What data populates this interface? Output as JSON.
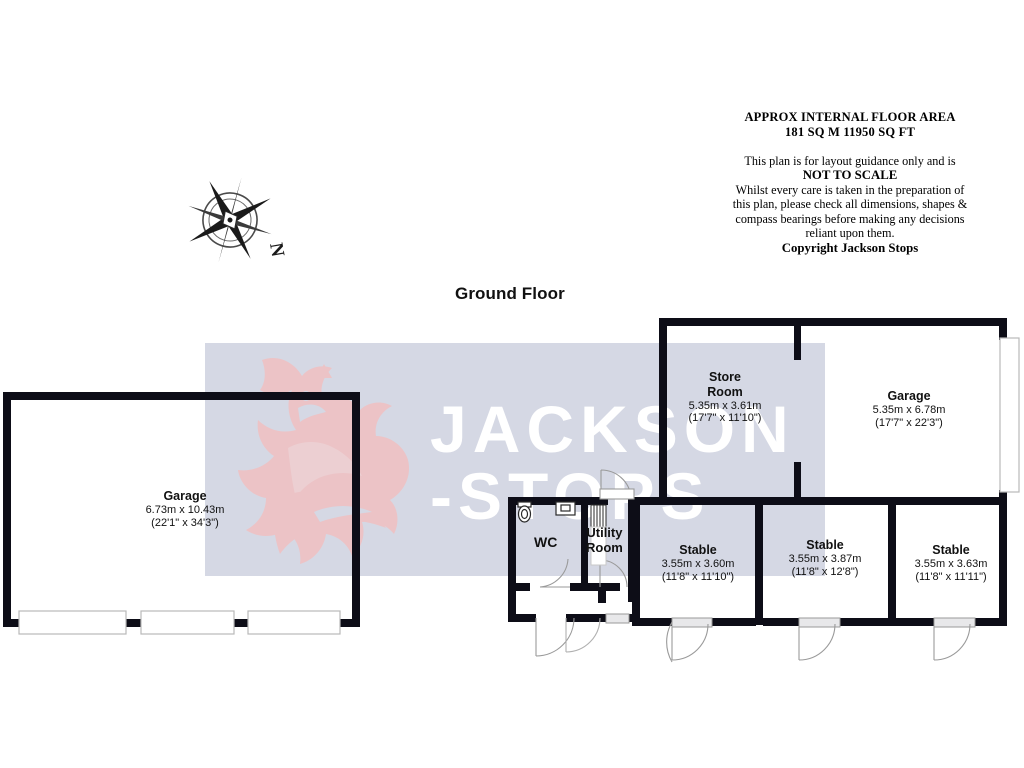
{
  "header": {
    "area_title": "APPROX INTERNAL FLOOR AREA",
    "area_value": "181 SQ M 11950 SQ FT",
    "disclaimer_line1": "This plan is for layout guidance only and is",
    "disclaimer_emphasis": "NOT TO SCALE",
    "disclaimer_line2": "Whilst every care is taken in the preparation of",
    "disclaimer_line3": "this plan, please check all dimensions, shapes &",
    "disclaimer_line4": "compass bearings before making any decisions",
    "disclaimer_line5": "reliant upon them.",
    "copyright": "Copyright Jackson Stops"
  },
  "floor": {
    "title": "Ground Floor"
  },
  "compass": {
    "north_label": "N"
  },
  "watermark": {
    "line1": "JACKSON",
    "line2": "-STOPS",
    "band_color": "#d5d8e4",
    "text_color": "#ffffff",
    "logo_color": "#ffb3ae"
  },
  "rooms": [
    {
      "id": "garage-left",
      "name": "Garage",
      "dimensions_metric": "6.73m x 10.43m",
      "dimensions_imperial": "(22'1\" x 34'3\")"
    },
    {
      "id": "store-room",
      "name_line1": "Store",
      "name_line2": "Room",
      "dimensions_metric": "5.35m x 3.61m",
      "dimensions_imperial": "(17'7\" x 11'10\")"
    },
    {
      "id": "garage-right",
      "name": "Garage",
      "dimensions_metric": "5.35m x 6.78m",
      "dimensions_imperial": "(17'7\" x 22'3\")"
    },
    {
      "id": "stable-1",
      "name": "Stable",
      "dimensions_metric": "3.55m x 3.60m",
      "dimensions_imperial": "(11'8\" x 11'10\")"
    },
    {
      "id": "stable-2",
      "name": "Stable",
      "dimensions_metric": "3.55m x 3.87m",
      "dimensions_imperial": "(11'8\" x 12'8\")"
    },
    {
      "id": "stable-3",
      "name": "Stable",
      "dimensions_metric": "3.55m x 3.63m",
      "dimensions_imperial": "(11'8\" x 11'11\")"
    },
    {
      "id": "wc",
      "name": "WC"
    },
    {
      "id": "utility-room",
      "name_line1": "Utility",
      "name_line2": "Room"
    }
  ],
  "style": {
    "wall_color": "#0d0d17",
    "door_panel_fill": "#e8e8ea",
    "door_arc_color": "#8a8a8a",
    "fixture_stroke": "#2a2a2a"
  }
}
